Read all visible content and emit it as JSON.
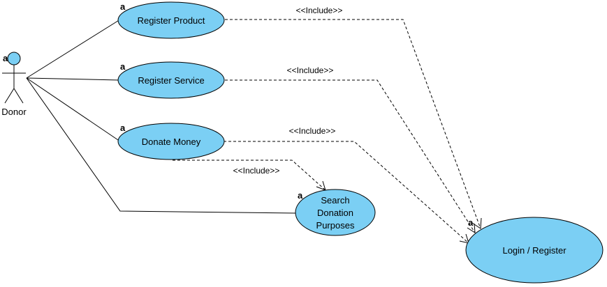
{
  "diagram": {
    "type": "use-case",
    "fill_color": "#7bcff4",
    "actor": {
      "name": "Donor",
      "anchor_glyph": "a"
    },
    "use_cases": [
      {
        "id": "register_product",
        "lines": [
          "Register Product"
        ],
        "anchor_glyph": "a"
      },
      {
        "id": "register_service",
        "lines": [
          "Register Service"
        ],
        "anchor_glyph": "a"
      },
      {
        "id": "donate_money",
        "lines": [
          "Donate Money"
        ],
        "anchor_glyph": "a"
      },
      {
        "id": "search_purposes",
        "lines": [
          "Search",
          "Donation",
          "Purposes"
        ],
        "anchor_glyph": "a"
      },
      {
        "id": "login_register",
        "lines": [
          "Login / Register"
        ],
        "anchor_glyph": "a"
      }
    ],
    "associations": [
      {
        "from": "Donor",
        "to": "register_product"
      },
      {
        "from": "Donor",
        "to": "register_service"
      },
      {
        "from": "Donor",
        "to": "donate_money"
      },
      {
        "from": "Donor",
        "to": "search_purposes"
      }
    ],
    "includes": [
      {
        "from": "register_product",
        "to": "login_register",
        "label": "<<Include>>"
      },
      {
        "from": "register_service",
        "to": "login_register",
        "label": "<<Include>>"
      },
      {
        "from": "donate_money",
        "to": "login_register",
        "label": "<<Include>>"
      },
      {
        "from": "donate_money",
        "to": "search_purposes",
        "label": "<<Include>>"
      }
    ]
  }
}
